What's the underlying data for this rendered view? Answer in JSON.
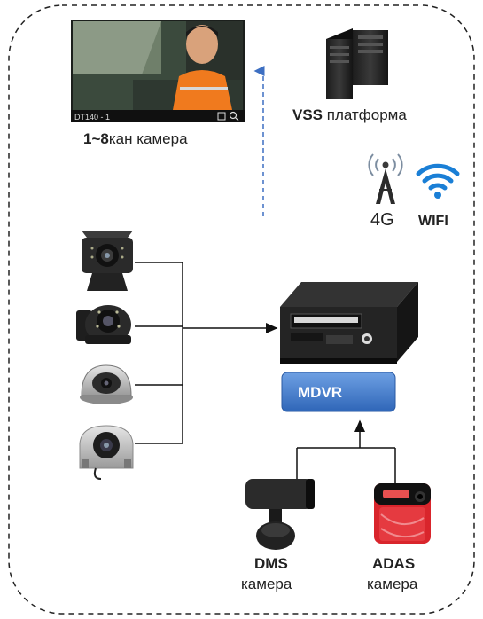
{
  "video_preview": {
    "osd_text": "DT140 - 1"
  },
  "labels": {
    "camera_count_bold": "1~8",
    "camera_count_rest": "кан камера",
    "vss_bold": "VSS",
    "vss_rest": " платформа",
    "g4": "4G",
    "wifi": "WIFI",
    "mdvr": "MDVR",
    "dms_title": "DMS",
    "dms_sub": "камера",
    "adas_title": "ADAS",
    "adas_sub": "камера"
  },
  "colors": {
    "mdvr_button": "#3e78c8",
    "uplink_arrow": "#3d6fc2",
    "wifi_icon": "#1a7fd6",
    "adas_red": "#d9252c",
    "worker_vest": "#f07a1e"
  }
}
